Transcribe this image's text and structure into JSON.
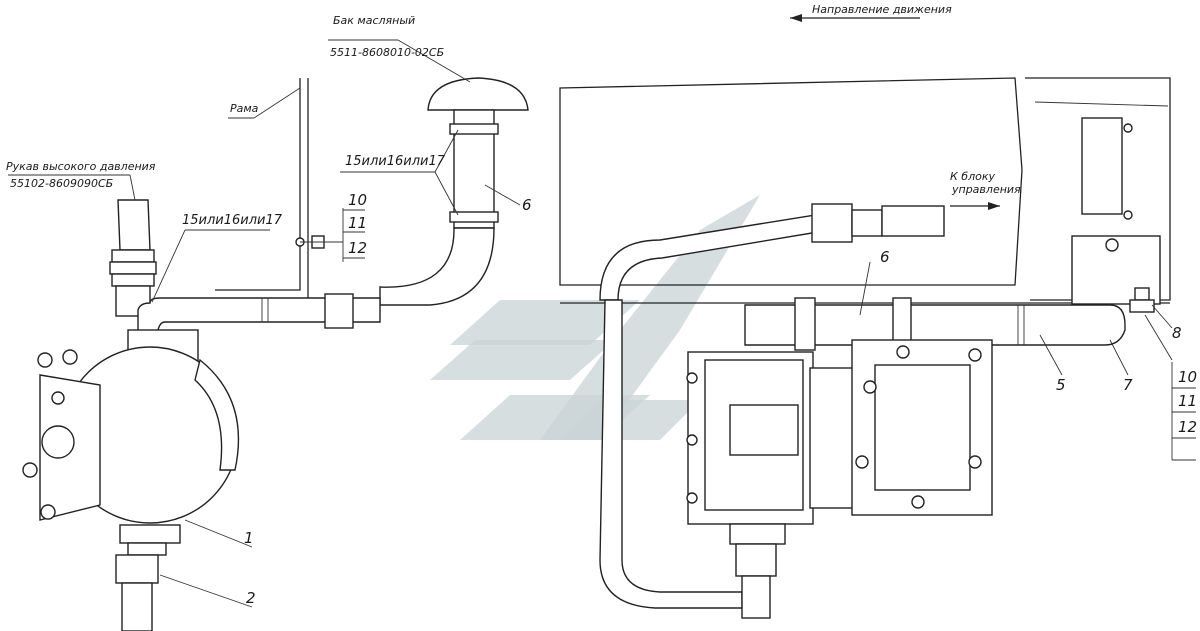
{
  "labels": {
    "direction": "Направление движения",
    "tank_title": "Бак масляный",
    "tank_code": "5511-8608010-02СБ",
    "frame": "Рама",
    "hose_title": "Рукав высокого давления",
    "hose_code": "55102-8609090СБ",
    "alt_parts_upper": "15или16или17",
    "alt_parts_left": "15или16или17",
    "to_unit_line1": "К блоку",
    "to_unit_line2": "управления"
  },
  "callouts": {
    "c1": "1",
    "c2": "2",
    "c5": "5",
    "c6": "6",
    "c6b": "6",
    "c7": "7",
    "c8": "8",
    "left_stack": [
      "10",
      "11",
      "12"
    ],
    "right_stack": [
      "10",
      "11",
      "12"
    ]
  }
}
